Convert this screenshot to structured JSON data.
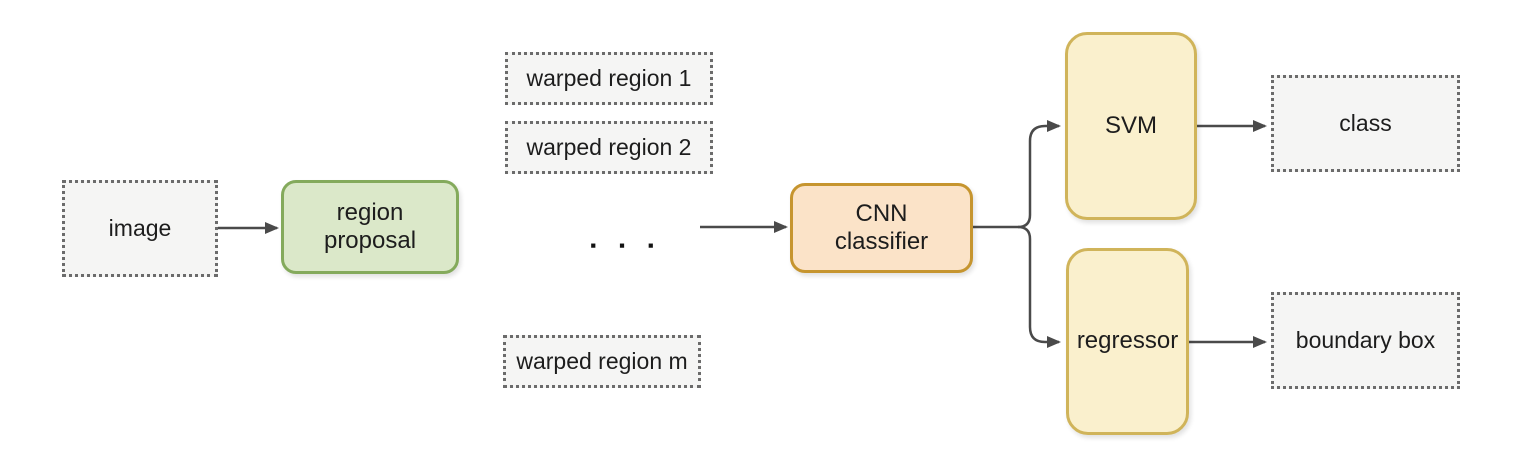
{
  "canvas": {
    "background": "#ffffff"
  },
  "colors": {
    "canvas_bg": "#ffffff",
    "dotted_fill": "#f5f5f4",
    "dotted_border": "#6b6b6b",
    "green_fill": "#dbe8c9",
    "green_border": "#84aa5c",
    "orange_fill": "#fbe3c8",
    "orange_border": "#c6952f",
    "yellow_fill": "#faf0cd",
    "yellow_border": "#d0b45a",
    "arrow": "#4a4a4a",
    "text": "#1d1d1d"
  },
  "nodes": {
    "image": {
      "label": "image"
    },
    "region_proposal": {
      "label": "region proposal"
    },
    "warped_region_1": {
      "label": "warped region 1"
    },
    "warped_region_2": {
      "label": "warped region 2"
    },
    "ellipsis": {
      "label": "▪ ▪ ▪"
    },
    "warped_region_m": {
      "label": "warped region m"
    },
    "cnn_classifier": {
      "label": "CNN classifier"
    },
    "svm": {
      "label": "SVM"
    },
    "class": {
      "label": "class"
    },
    "regressor": {
      "label": "regressor"
    },
    "boundary_box": {
      "label": "boundary box"
    }
  },
  "edges": [
    {
      "from": "image",
      "to": "region_proposal"
    },
    {
      "from": "ellipsis",
      "to": "cnn_classifier"
    },
    {
      "from": "cnn_classifier",
      "to": "svm"
    },
    {
      "from": "cnn_classifier",
      "to": "regressor"
    },
    {
      "from": "svm",
      "to": "class"
    },
    {
      "from": "regressor",
      "to": "boundary_box"
    }
  ]
}
